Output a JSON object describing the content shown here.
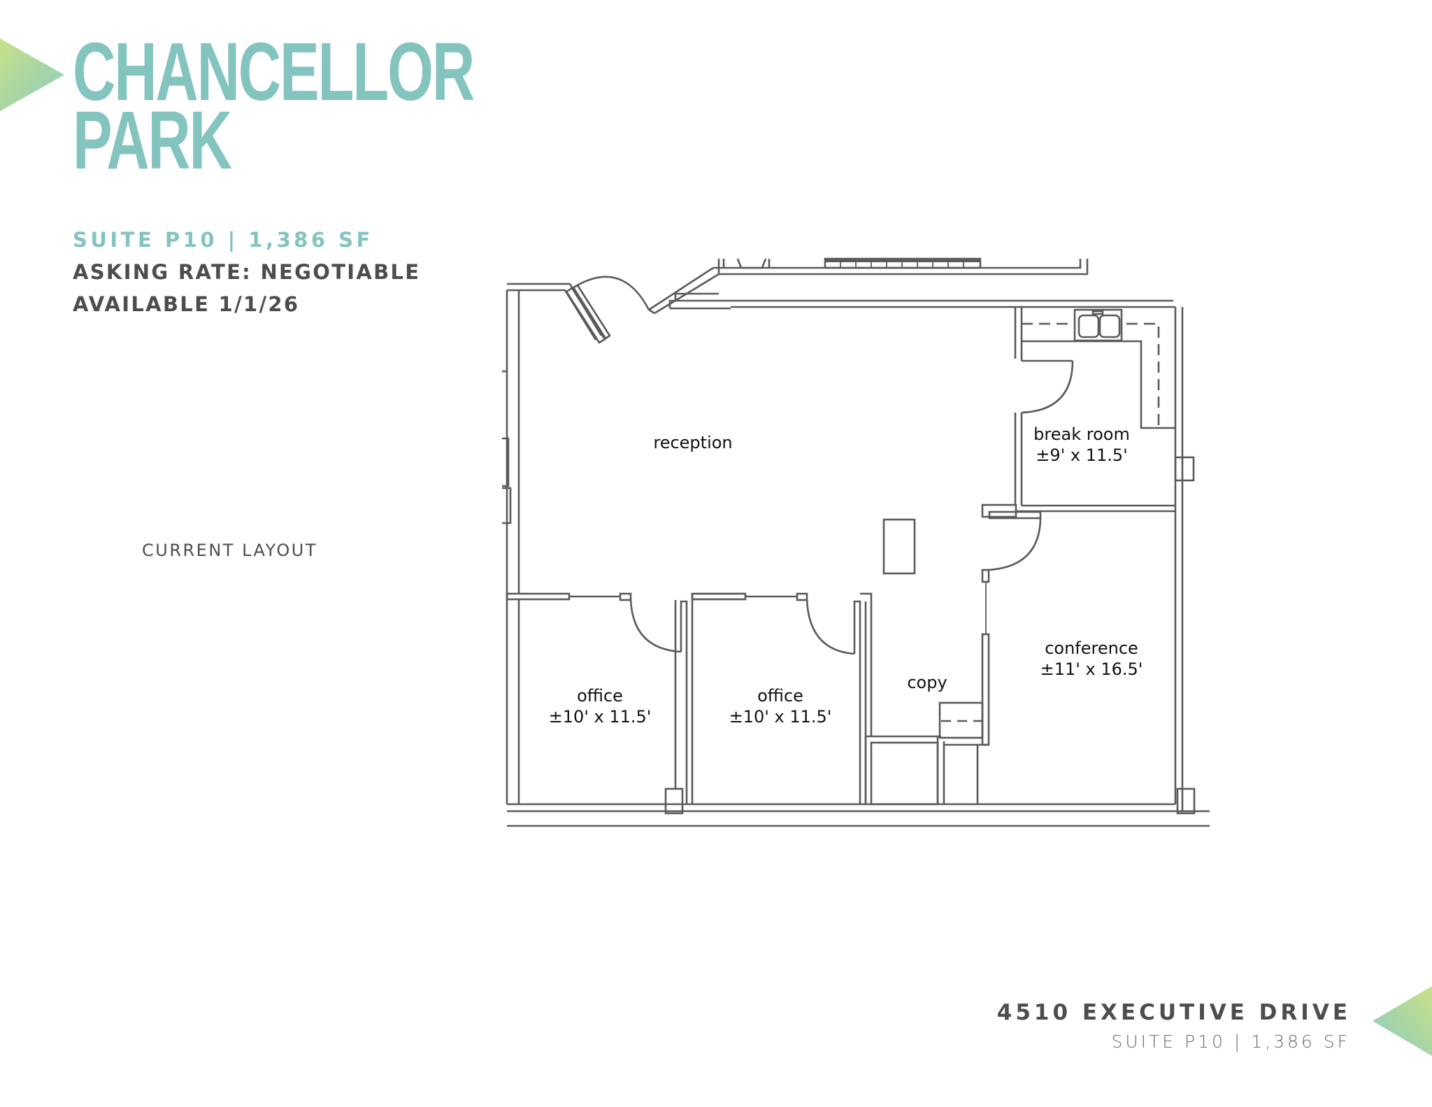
{
  "brand": {
    "name_line1": "CHANCELLOR",
    "name_line2": "PARK",
    "accent_color": "#84c4bf",
    "accent_gradient": [
      "#c6e08a",
      "#84c4bf"
    ]
  },
  "listing": {
    "suite_line": "SUITE P10 | 1,386 SF",
    "asking_rate": "ASKING RATE: NEGOTIABLE",
    "availability": "AVAILABLE 1/1/26"
  },
  "layout_caption": "CURRENT LAYOUT",
  "floor_plan": {
    "rooms": [
      {
        "name": "reception",
        "dimensions": ""
      },
      {
        "name": "break room",
        "dimensions": "±9' x 11.5'"
      },
      {
        "name": "office",
        "dimensions": "±10' x 11.5'"
      },
      {
        "name": "office",
        "dimensions": "±10' x 11.5'"
      },
      {
        "name": "copy",
        "dimensions": ""
      },
      {
        "name": "conference",
        "dimensions": "±11' x 16.5'"
      }
    ],
    "line_color": "#5a5a5a"
  },
  "footer": {
    "address": "4510 EXECUTIVE DRIVE",
    "suite_line": "SUITE P10  | 1,386 SF"
  }
}
